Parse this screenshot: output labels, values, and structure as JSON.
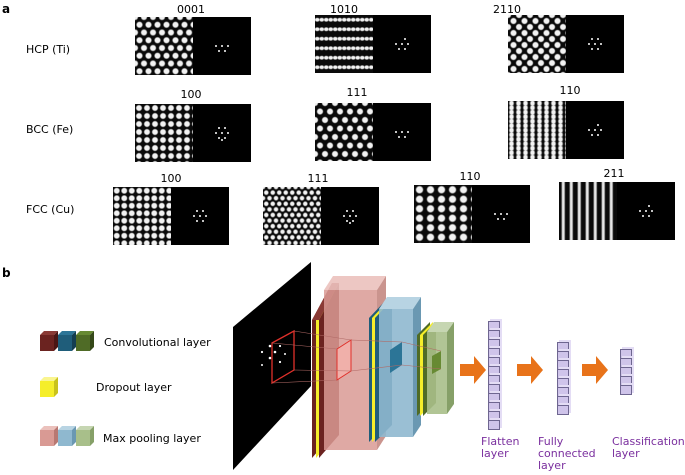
{
  "panels": {
    "a": "a",
    "b": "b"
  },
  "rows": [
    {
      "label": "HCP (Ti)",
      "zones": [
        "0001",
        "1010",
        "2110"
      ]
    },
    {
      "label": "BCC (Fe)",
      "zones": [
        "100",
        "111",
        "110"
      ]
    },
    {
      "label": "FCC (Cu)",
      "zones": [
        "100",
        "111",
        "110",
        "211"
      ]
    }
  ],
  "legend": {
    "conv": "Convolutional layer",
    "dropout": "Dropout layer",
    "pool": "Max pooling layer"
  },
  "cnn_labels": {
    "flatten": [
      "Flatten",
      "layer"
    ],
    "fully": [
      "Fully",
      "connected",
      "layer"
    ],
    "classification": [
      "Classification",
      "layer"
    ]
  },
  "colors": {
    "conv": [
      "#6b2320",
      "#1f5d7a",
      "#4f6b26"
    ],
    "pool": [
      "#d99a94",
      "#8fb8cf",
      "#a8bf8a"
    ],
    "dropout": "#f5ee2a",
    "arrow": "#e8731a",
    "vector": "#cfc4ea",
    "label": "#7a2f9e"
  }
}
